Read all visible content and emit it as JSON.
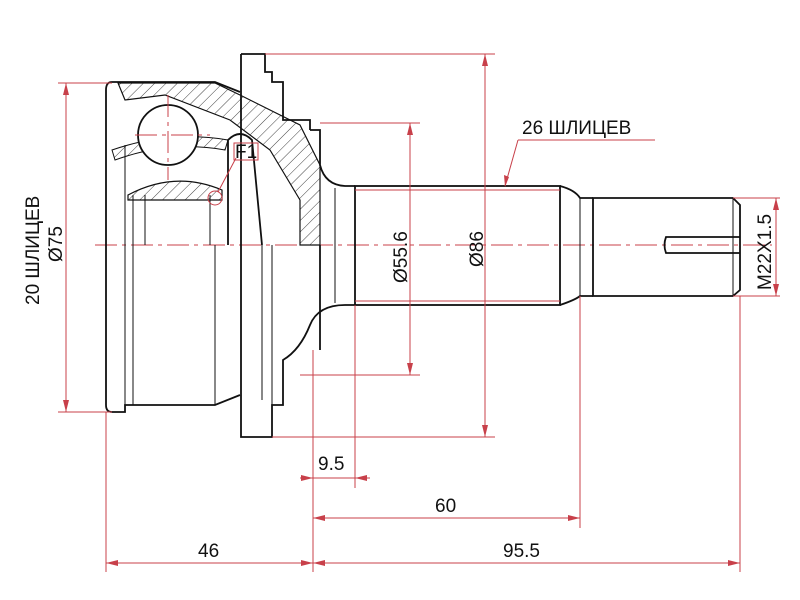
{
  "title": "CV joint outer dimension drawing",
  "labels": {
    "inner_splines": "20 ШЛИЦЕВ",
    "outer_diameter_housing": "Ø75",
    "outer_splines": "26 ШЛИЦЕВ",
    "shaft_diameter": "Ø55.6",
    "flange_diameter": "Ø86",
    "thread": "M22X1.5",
    "detail_marker": "F1",
    "dim_9_5": "9.5",
    "dim_60": "60",
    "dim_46": "46",
    "dim_95_5": "95.5"
  },
  "colors": {
    "outline": "#111111",
    "dimension": "#c8404a"
  }
}
